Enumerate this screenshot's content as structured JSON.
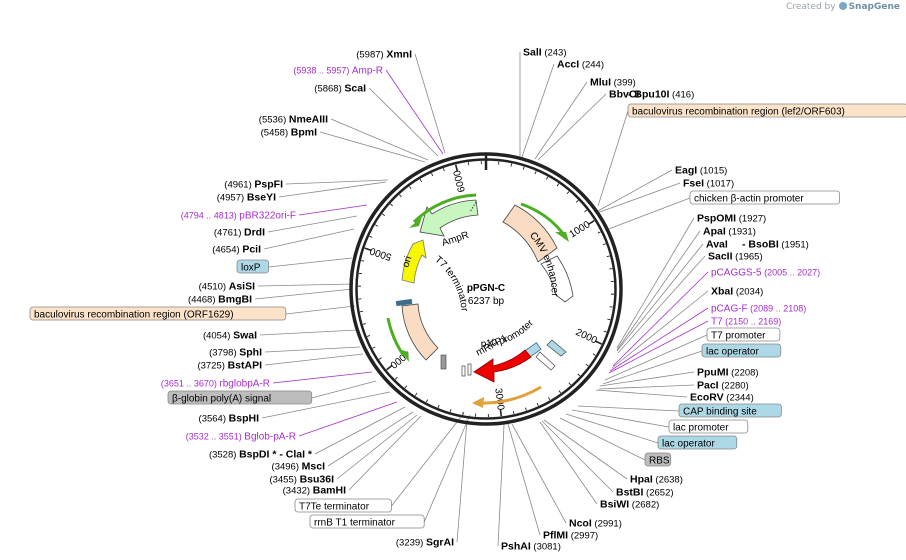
{
  "watermark": {
    "prefix": "Created by",
    "brand": "SnapGene"
  },
  "plasmid": {
    "name": "pPGN-C",
    "length": "6237 bp",
    "total_bp": 6237
  },
  "colors": {
    "backbone": "#222222",
    "feature_orange": "#f9dcc3",
    "feature_green": "#c9f5c0",
    "yellow": "#f7f700",
    "red": "#ee0000",
    "primer": "#a42ec9",
    "box_blue": "#add8e6",
    "box_gray": "#bdbdbd",
    "box_peach": "#fce3c9",
    "arrow_green": "#4caf22",
    "arrow_orange": "#e0a23a"
  },
  "tick_labels": [
    "1000",
    "2000",
    "3000",
    "4000",
    "5000",
    "6000"
  ],
  "features": [
    {
      "id": "cmv",
      "label": "CMV enhancer"
    },
    {
      "id": "p10",
      "label": "p10 promoter"
    },
    {
      "id": "mrfp1",
      "label": "mRFP1"
    },
    {
      "id": "t7term",
      "label": "T7 terminator"
    },
    {
      "id": "ori",
      "label": "ori"
    },
    {
      "id": "ampr",
      "label": "AmpR"
    }
  ],
  "labels": [
    {
      "kind": "site",
      "name": "XmnI",
      "pos": "(5987)"
    },
    {
      "kind": "primer",
      "name": "Amp-R",
      "pos": "(5938 .. 5957)"
    },
    {
      "kind": "site",
      "name": "ScaI",
      "pos": "(5868)"
    },
    {
      "kind": "site",
      "name": "NmeAIII",
      "pos": "(5536)"
    },
    {
      "kind": "site",
      "name": "BpmI",
      "pos": "(5458)"
    },
    {
      "kind": "site",
      "name": "PspFI",
      "pos": "(4961)"
    },
    {
      "kind": "site",
      "name": "BseYI",
      "pos": "(4957)"
    },
    {
      "kind": "primer",
      "name": "pBR322ori-F",
      "pos": "(4794 .. 4813)"
    },
    {
      "kind": "site",
      "name": "DrdI",
      "pos": "(4761)"
    },
    {
      "kind": "site",
      "name": "PciI",
      "pos": "(4654)"
    },
    {
      "kind": "box",
      "name": "loxP",
      "style": "blue"
    },
    {
      "kind": "site",
      "name": "AsiSI",
      "pos": "(4510)"
    },
    {
      "kind": "site",
      "name": "BmgBI",
      "pos": "(4468)"
    },
    {
      "kind": "box",
      "name": "baculovirus recombination region (ORF1629)",
      "style": "peach"
    },
    {
      "kind": "site",
      "name": "SwaI",
      "pos": "(4054)"
    },
    {
      "kind": "site",
      "name": "SphI",
      "pos": "(3798)"
    },
    {
      "kind": "site",
      "name": "BstAPI",
      "pos": "(3725)"
    },
    {
      "kind": "primer",
      "name": "rbglobpA-R",
      "pos": "(3651 .. 3670)"
    },
    {
      "kind": "box",
      "name": "β-globin poly(A) signal",
      "style": "gray"
    },
    {
      "kind": "site",
      "name": "BspHI",
      "pos": "(3564)"
    },
    {
      "kind": "primer",
      "name": "Bglob-pA-R",
      "pos": "(3532 .. 3551)"
    },
    {
      "kind": "site",
      "name": "BspDI * - ClaI *",
      "pos": "(3528)"
    },
    {
      "kind": "site",
      "name": "MscI",
      "pos": "(3496)"
    },
    {
      "kind": "site",
      "name": "Bsu36I",
      "pos": "(3455)"
    },
    {
      "kind": "site",
      "name": "BamHI",
      "pos": "(3432)"
    },
    {
      "kind": "box",
      "name": "T7Te terminator",
      "style": "white"
    },
    {
      "kind": "box",
      "name": "rrnB T1 terminator",
      "style": "white"
    },
    {
      "kind": "site",
      "name": "SgrAI",
      "pos": "(3239)"
    },
    {
      "kind": "site",
      "name": "SalI",
      "pos": "(243)"
    },
    {
      "kind": "site",
      "name": "AccI",
      "pos": "(244)"
    },
    {
      "kind": "site",
      "name": "MluI",
      "pos": "(399)"
    },
    {
      "kind": "site",
      "name": "BbvCI",
      "pos": ""
    },
    {
      "kind": "site",
      "name": "- Bpu10I",
      "pos": "(416)"
    },
    {
      "kind": "box",
      "name": "baculovirus recombination region (lef2/ORF603)",
      "style": "peach"
    },
    {
      "kind": "site",
      "name": "EagI",
      "pos": "(1015)"
    },
    {
      "kind": "site",
      "name": "FseI",
      "pos": "(1017)"
    },
    {
      "kind": "box",
      "name": "chicken β-actin promoter",
      "style": "white"
    },
    {
      "kind": "site",
      "name": "PspOMI",
      "pos": "(1927)"
    },
    {
      "kind": "site",
      "name": "ApaI",
      "pos": "(1931)"
    },
    {
      "kind": "site",
      "name": "AvaI",
      "pos": ""
    },
    {
      "kind": "site",
      "name": "- BsoBI",
      "pos": "(1951)"
    },
    {
      "kind": "site",
      "name": "SacII",
      "pos": "(1965)"
    },
    {
      "kind": "primer",
      "name": "pCAGGS-5",
      "pos": "(2005 .. 2027)"
    },
    {
      "kind": "site",
      "name": "XbaI",
      "pos": "(2034)"
    },
    {
      "kind": "primer",
      "name": "pCAG-F",
      "pos": "(2089 .. 2108)"
    },
    {
      "kind": "primer",
      "name": "T7",
      "pos": "(2150 .. 2169)"
    },
    {
      "kind": "box",
      "name": "T7 promoter",
      "style": "white"
    },
    {
      "kind": "box",
      "name": "lac operator",
      "style": "blue"
    },
    {
      "kind": "site",
      "name": "PpuMI",
      "pos": "(2208)"
    },
    {
      "kind": "site",
      "name": "PacI",
      "pos": "(2280)"
    },
    {
      "kind": "site",
      "name": "EcoRV",
      "pos": "(2344)"
    },
    {
      "kind": "box",
      "name": "CAP binding site",
      "style": "blue"
    },
    {
      "kind": "box",
      "name": "lac promoter",
      "style": "white"
    },
    {
      "kind": "box",
      "name": "lac operator",
      "style": "blue"
    },
    {
      "kind": "box",
      "name": "RBS",
      "style": "gray"
    },
    {
      "kind": "site",
      "name": "HpaI",
      "pos": "(2638)"
    },
    {
      "kind": "site",
      "name": "BstBI",
      "pos": "(2652)"
    },
    {
      "kind": "site",
      "name": "BsiWI",
      "pos": "(2682)"
    },
    {
      "kind": "site",
      "name": "NcoI",
      "pos": "(2991)"
    },
    {
      "kind": "site",
      "name": "PflMI",
      "pos": "(2997)"
    },
    {
      "kind": "site",
      "name": "PshAI",
      "pos": "(3081)"
    }
  ]
}
